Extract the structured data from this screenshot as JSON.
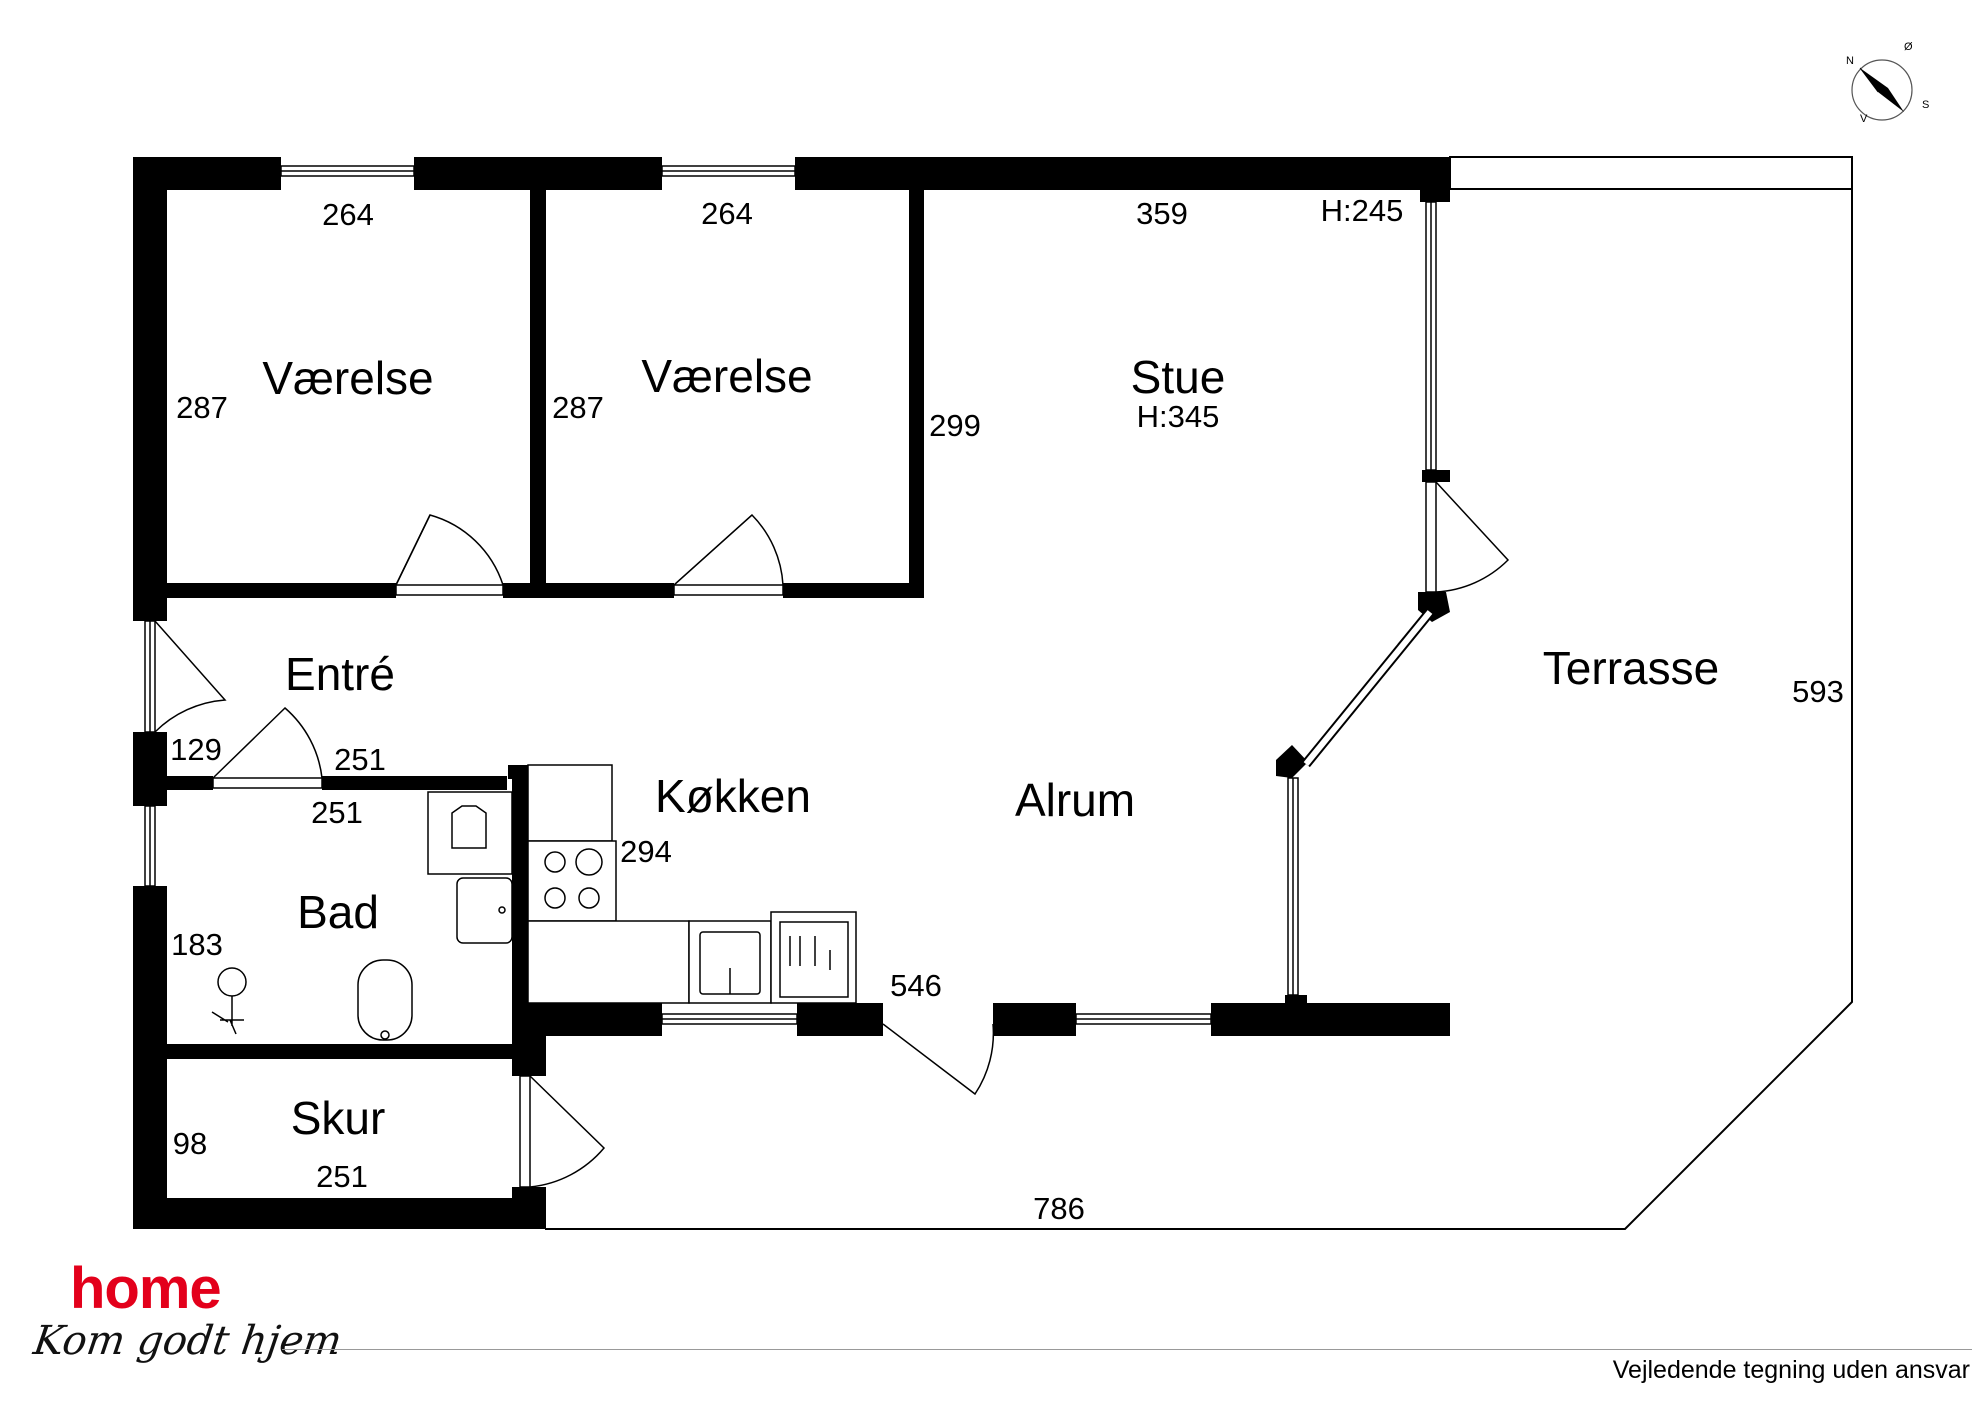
{
  "rooms": {
    "vaerelse_1": "Værelse",
    "vaerelse_2": "Værelse",
    "stue": "Stue",
    "stue_height": "H:345",
    "entre": "Entré",
    "koekken": "Køkken",
    "alrum": "Alrum",
    "terrasse": "Terrasse",
    "bad": "Bad",
    "skur": "Skur"
  },
  "dimensions": {
    "vaerelse_1_width": "264",
    "vaerelse_2_width": "264",
    "stue_width": "359",
    "window_height": "H:245",
    "vaerelse_1_depth": "287",
    "vaerelse_2_depth": "287",
    "stue_depth": "299",
    "terrasse_depth": "593",
    "entre_width": "129",
    "entre_side": "251",
    "bad_width": "251",
    "koekken_depth": "294",
    "bad_depth": "183",
    "alrum_width": "546",
    "skur_depth": "98",
    "skur_width": "251",
    "total_width": "786"
  },
  "compass": {
    "n": "N",
    "o": "Ø",
    "s": "S",
    "v": "V"
  },
  "brand": {
    "logo": "home",
    "slogan": "Kom godt hjem"
  },
  "footer": {
    "disclaimer": "Vejledende tegning uden ansvar"
  },
  "colors": {
    "wall": "#000000",
    "brand_red": "#e3001b"
  }
}
